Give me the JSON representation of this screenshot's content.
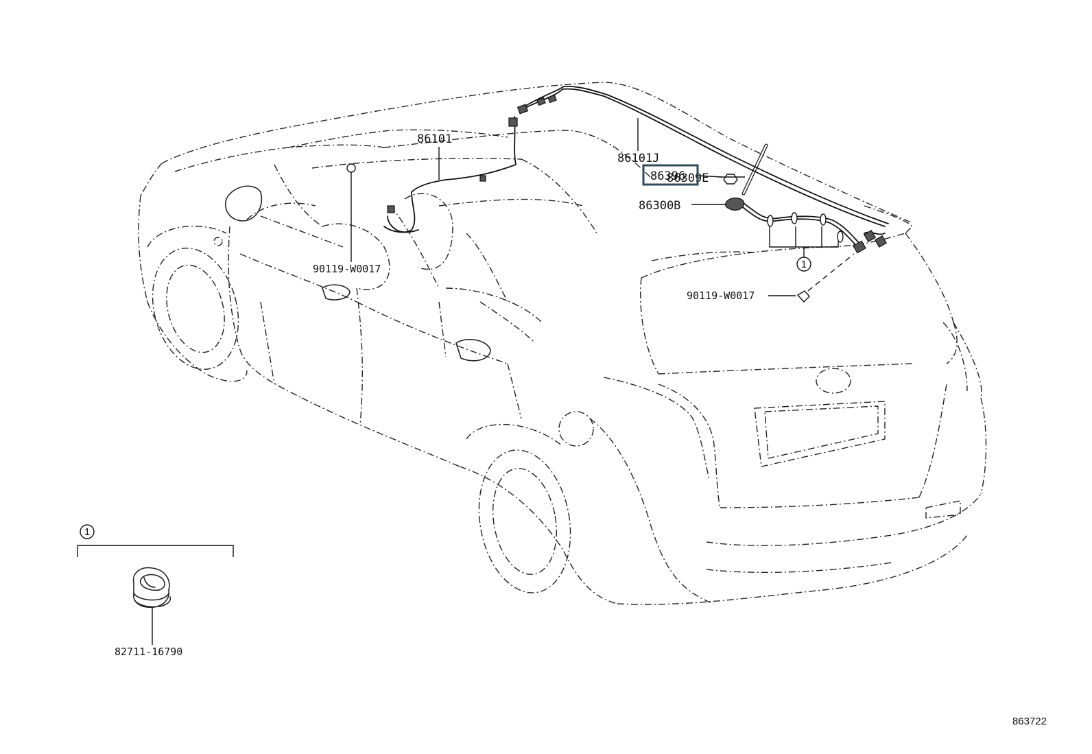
{
  "diagram": {
    "figure_id": "863722",
    "callout_symbol": "1",
    "labels": {
      "p86101": "86101",
      "p86101J": "86101J",
      "p86309E": "86309E",
      "p86300B": "86300B",
      "p86396": "86396",
      "p90119_left": "90119-W0017",
      "p90119_right": "90119-W0017",
      "p82711": "82711-16790"
    },
    "highlight_color": "#2f4a5a"
  }
}
